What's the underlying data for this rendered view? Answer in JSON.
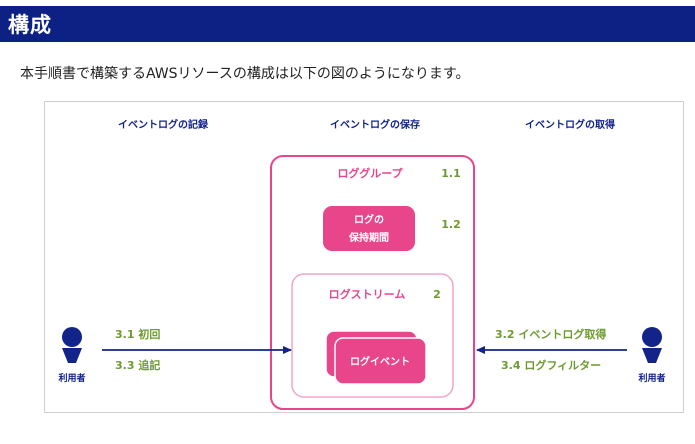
{
  "section": {
    "title": "構成"
  },
  "intro": "本手順書で構築するAWSリソースの構成は以下の図のようになります。",
  "diagram": {
    "column_headers": [
      "イベントログの記録",
      "イベントログの保存",
      "イベントログの取得"
    ],
    "log_group": {
      "label": "ロググループ",
      "number": "1.1"
    },
    "retention": {
      "line1": "ログの",
      "line2": "保持期間",
      "number": "1.2"
    },
    "log_stream": {
      "label": "ログストリーム",
      "number": "2"
    },
    "log_event": {
      "label": "ログイベント"
    },
    "left_actor": {
      "label": "利用者",
      "step1": "3.1 初回",
      "step2": "3.3 追記"
    },
    "right_actor": {
      "label": "利用者",
      "step1": "3.2 イベントログ取得",
      "step2": "3.4 ログフィルター"
    },
    "colors": {
      "heading_bg": "#0d2185",
      "navy": "#12238a",
      "pink": "#e8458b",
      "green": "#6e9b2f"
    }
  }
}
